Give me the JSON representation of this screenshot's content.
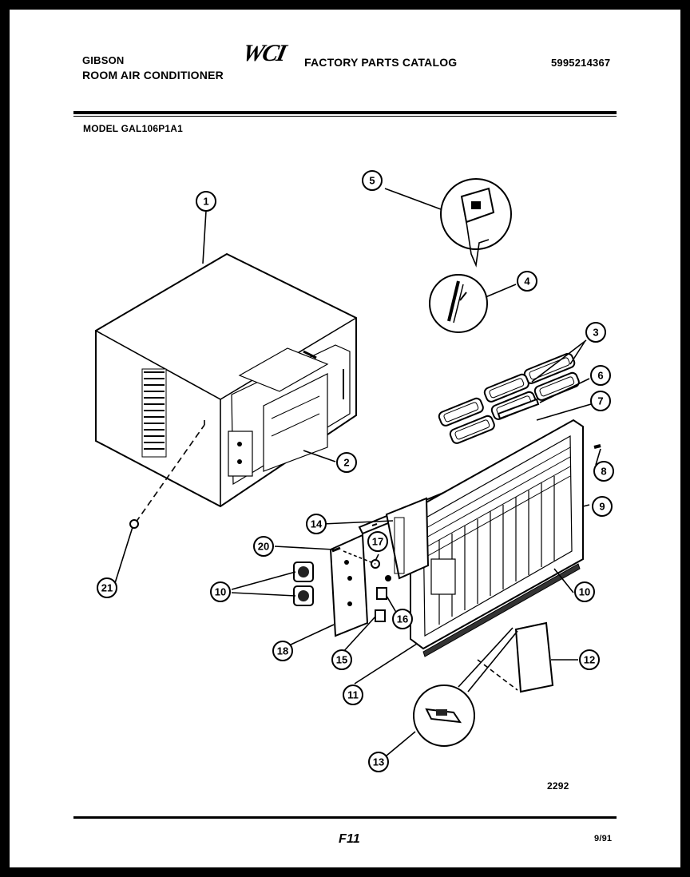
{
  "header": {
    "brand": "GIBSON",
    "product": "ROOM AIR CONDITIONER",
    "logo": "WCI",
    "catalog_title": "FACTORY PARTS CATALOG",
    "catalog_number": "5995214367",
    "model": "MODEL GAL106P1A1"
  },
  "diagram": {
    "callouts": [
      {
        "id": "callout-1",
        "label": "1"
      },
      {
        "id": "callout-2",
        "label": "2"
      },
      {
        "id": "callout-3",
        "label": "3"
      },
      {
        "id": "callout-4",
        "label": "4"
      },
      {
        "id": "callout-5",
        "label": "5"
      },
      {
        "id": "callout-6",
        "label": "6"
      },
      {
        "id": "callout-7",
        "label": "7"
      },
      {
        "id": "callout-8",
        "label": "8"
      },
      {
        "id": "callout-9",
        "label": "9"
      },
      {
        "id": "callout-10a",
        "label": "10"
      },
      {
        "id": "callout-10b",
        "label": "10"
      },
      {
        "id": "callout-11",
        "label": "11"
      },
      {
        "id": "callout-12",
        "label": "12"
      },
      {
        "id": "callout-13",
        "label": "13"
      },
      {
        "id": "callout-14",
        "label": "14"
      },
      {
        "id": "callout-15",
        "label": "15"
      },
      {
        "id": "callout-16",
        "label": "16"
      },
      {
        "id": "callout-17",
        "label": "17"
      },
      {
        "id": "callout-18",
        "label": "18"
      },
      {
        "id": "callout-20",
        "label": "20"
      },
      {
        "id": "callout-21",
        "label": "21"
      }
    ],
    "drawing_number": "2292"
  },
  "footer": {
    "page_code": "F11",
    "date": "9/91"
  }
}
